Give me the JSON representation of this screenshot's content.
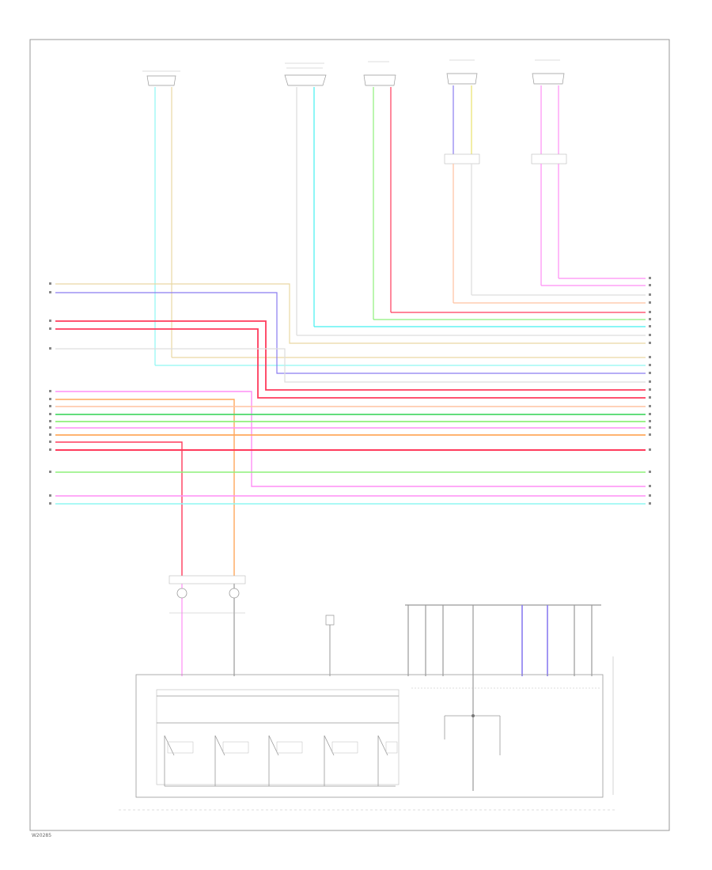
{
  "diagram": {
    "footer_code": "W20285",
    "component_labels": [
      {
        "id": "c1",
        "text": ""
      },
      {
        "id": "c2",
        "text": ""
      },
      {
        "id": "c3",
        "text": ""
      },
      {
        "id": "c4",
        "text": ""
      },
      {
        "id": "c5",
        "text": ""
      }
    ],
    "module_label": "",
    "bottom_caption": ""
  },
  "colors": {
    "frame": "#999999",
    "black": "#222222",
    "gray": "#bbbbbb",
    "yellow": "#e9d8a3",
    "blue": "#8a7cf0",
    "red": "#ff3b5c",
    "green": "#8ef07a",
    "orange": "#ffa85c",
    "pink": "#ff8ef5",
    "cyan": "#8ff7f2",
    "salmon": "#ffc2a1",
    "darkgreen": "#4dd86a"
  }
}
